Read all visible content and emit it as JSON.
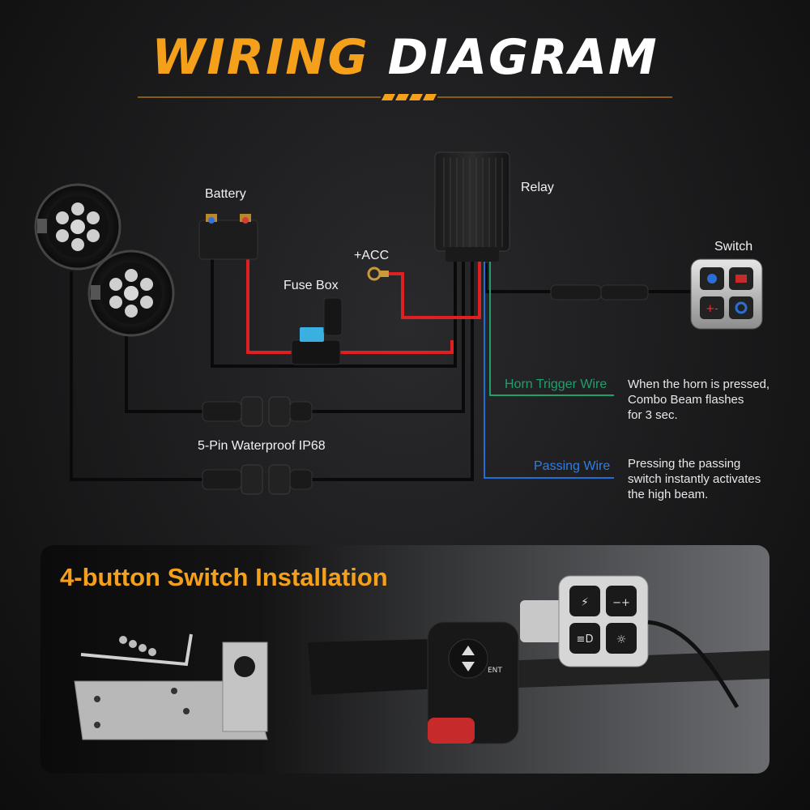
{
  "header": {
    "title_part1": "WIRING",
    "title_part2": "DIAGRAM"
  },
  "diagram": {
    "battery_label": "Battery",
    "relay_label": "Relay",
    "switch_label": "Switch",
    "acc_label": "+ACC",
    "fuse_label": "Fuse Box",
    "connector_label": "5-Pin Waterproof IP68"
  },
  "wires": {
    "horn": {
      "label": "Horn Trigger Wire",
      "color": "#1fa06b",
      "desc_lines": [
        "When the horn is pressed,",
        "Combo Beam flashes",
        "for 3 sec."
      ]
    },
    "passing": {
      "label": "Passing Wire",
      "color": "#1f6fd8",
      "desc_lines": [
        "Pressing the passing",
        "switch instantly activates",
        "the high beam."
      ]
    }
  },
  "switch_buttons": [
    {
      "icon": "low-beam-icon",
      "color": "#2b6fd6"
    },
    {
      "icon": "fog-light-icon",
      "color": "#c62a2a"
    },
    {
      "icon": "plus-minus-icon",
      "color": "#c62a2a"
    },
    {
      "icon": "cycle-icon",
      "color": "#2b6fd6"
    }
  ],
  "installation": {
    "title": "4-button Switch Installation",
    "handlebar_button_text": "ENT"
  },
  "colors": {
    "accent": "#f5a01a",
    "power_wire": "#e02020"
  }
}
